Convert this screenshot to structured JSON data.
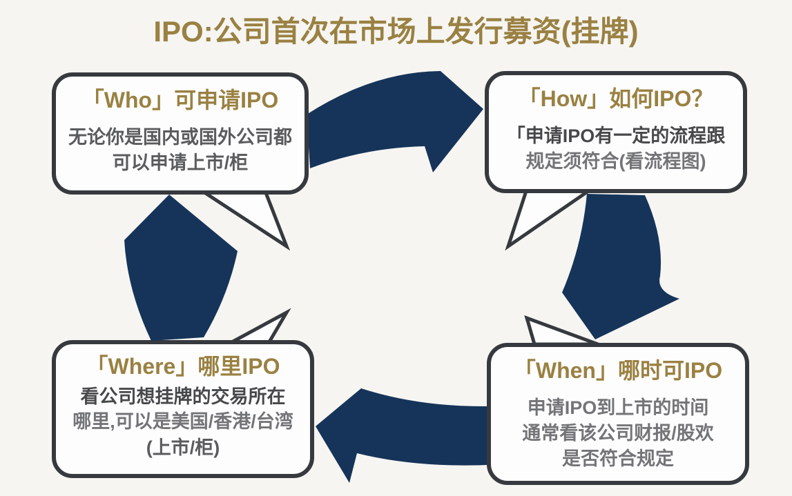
{
  "title": "IPO:公司首次在市场上发行募资(挂牌)",
  "diagram_type": "cycle-diagram",
  "cycle_direction": "clockwise",
  "colors": {
    "background": "#f6f5f2",
    "title_gold": "#9a8142",
    "heading_gold": "#9a8142",
    "arrow_navy": "#163459",
    "bubble_border": "#36393e",
    "bubble_fill": "#fdfdfd",
    "body_text_dark": "#47484a",
    "body_text_mid": "#5a5b5d",
    "body_text_gray": "#737477"
  },
  "bubbles": {
    "who": {
      "heading": "「Who」可申请IPO",
      "lines": [
        "无论你是国内或国外公司都",
        "可以申请上市/柜"
      ]
    },
    "how": {
      "heading": "「How」如何IPO？",
      "lines": [
        "「申请IPO有一定的流程跟",
        "规定须符合(看流程图)"
      ]
    },
    "where": {
      "heading": "「Where」哪里IPO",
      "lines": [
        "看公司想挂牌的交易所在",
        "哪里,可以是美国/香港/台湾",
        "(上市/柜)"
      ]
    },
    "when": {
      "heading": "「When」哪时可IPO",
      "lines": [
        "申请IPO到上市的时间",
        "通常看该公司财报/股欢",
        "是否符合规定"
      ]
    }
  },
  "arrows": [
    {
      "name": "arrow-top",
      "from": "who",
      "to": "how",
      "points": "right"
    },
    {
      "name": "arrow-right",
      "from": "how",
      "to": "when",
      "points": "down"
    },
    {
      "name": "arrow-bottom",
      "from": "when",
      "to": "where",
      "points": "left"
    },
    {
      "name": "arrow-left",
      "from": "where",
      "to": "who",
      "points": "up"
    }
  ]
}
